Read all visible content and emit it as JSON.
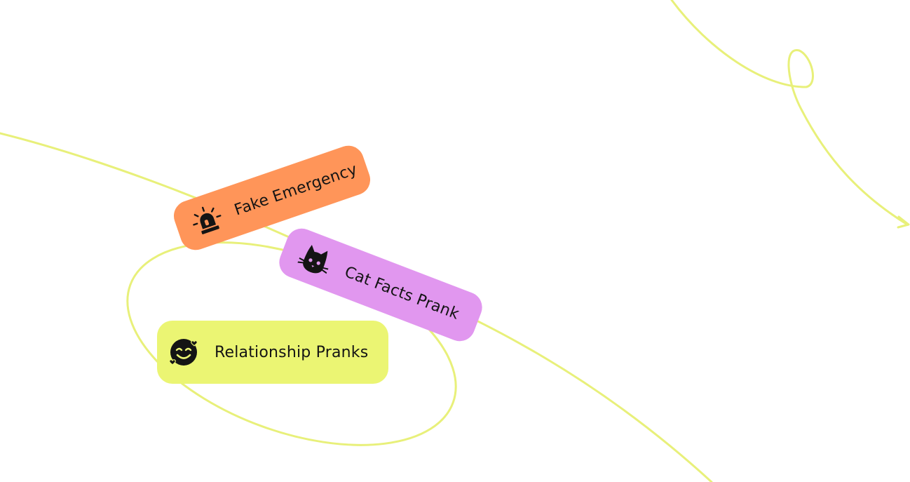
{
  "tags": [
    {
      "label": "Fake Emergency",
      "icon": "siren-icon",
      "color": "#ff9559"
    },
    {
      "label": "Cat Facts Prank",
      "icon": "cat-icon",
      "color": "#e197ef"
    },
    {
      "label": "Relationship Pranks",
      "icon": "smiling-face-with-hearts-icon",
      "color": "#ebf573"
    }
  ],
  "decoration": {
    "line_color": "#e8f07a",
    "arrow_icon": "arrow-head-icon"
  }
}
